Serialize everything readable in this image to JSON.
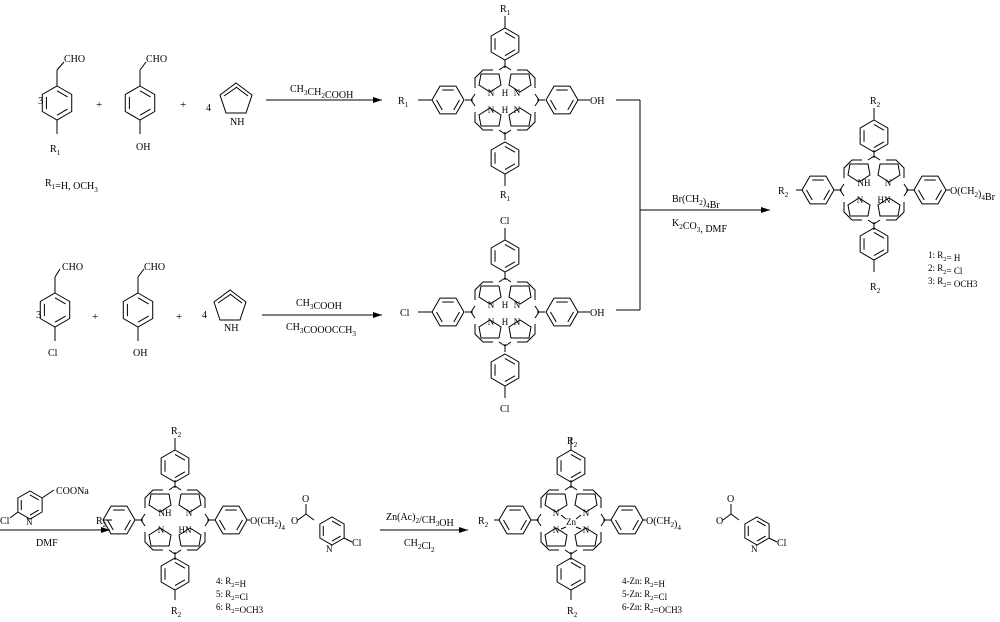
{
  "labels": {
    "cho": "CHO",
    "oh": "OH",
    "r1": "R",
    "r1_sub": "1",
    "r2": "R",
    "r2_sub": "2",
    "cl": "Cl",
    "nh": "NH",
    "nh_ring": "N",
    "hn": "HN",
    "n": "N",
    "h": "H",
    "zn": "Zn",
    "plus": "+",
    "coef3": "3",
    "coef4": "4",
    "dash": "-",
    "coona": "COONa",
    "o": "O"
  },
  "reaction1": {
    "r1_note": "R1=H, OCH3",
    "condition": "CH3CH2COOH"
  },
  "reaction2": {
    "condition_top": "CH3COOH",
    "condition_bottom": "CH3COOOCCH3"
  },
  "reaction3": {
    "condition_top": "Br(CH2)4Br",
    "condition_bottom": "K2CO3, DMF",
    "list": [
      "1: R2= H",
      "2: R2= Cl",
      "3: R2= OCH3"
    ]
  },
  "reaction4": {
    "condition_bottom": "DMF",
    "linker": "O(CH2)4",
    "list": [
      "4: R2=H",
      "5: R2=Cl",
      "6: R2=OCH3"
    ]
  },
  "reaction5": {
    "condition_top": "Zn(Ac)2/CH3OH",
    "condition_bottom": "CH2Cl2",
    "list": [
      "4-Zn: R2=H",
      "5-Zn: R2=Cl",
      "6-Zn: R2=OCH3"
    ]
  },
  "product3": {
    "linker": "O(CH2)4Br"
  }
}
